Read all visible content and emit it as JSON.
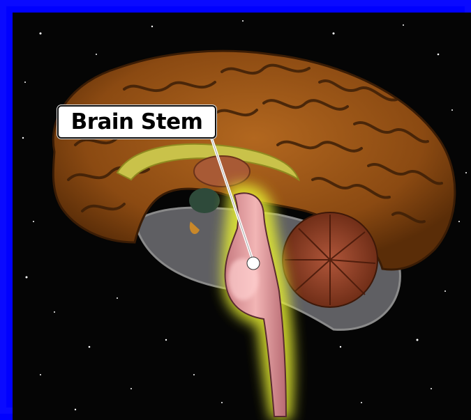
{
  "callout": {
    "label": "Brain Stem"
  },
  "colors": {
    "border": "#0000ff",
    "background": "#050505",
    "cortex": "#8b4a12",
    "brainstem": "#e8a0a0",
    "glow": "#e8f030",
    "cerebellum": "#8a3a1a",
    "leader_line": "#ffffff"
  },
  "illustration": {
    "subject": "brain-sagittal-section",
    "highlighted_structure": "brain-stem"
  }
}
